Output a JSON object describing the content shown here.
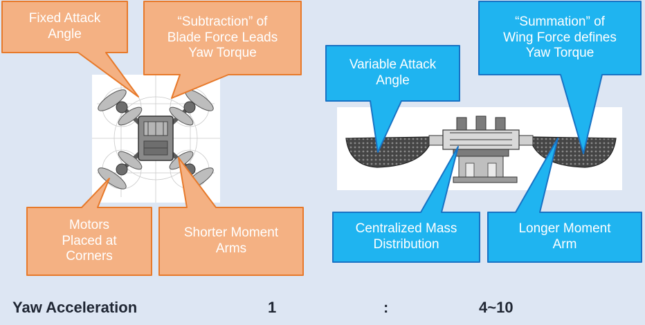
{
  "left": {
    "callouts": {
      "fixed_attack": "Fixed Attack\nAngle",
      "subtraction": "“Subtraction” of\nBlade Force Leads\nYaw Torque",
      "motors": "Motors\nPlaced at\nCorners",
      "shorter_arms": "Shorter Moment\nArms"
    }
  },
  "right": {
    "callouts": {
      "variable_attack": "Variable Attack\nAngle",
      "summation": "“Summation” of\nWing Force defines\nYaw Torque",
      "centralized": "Centralized Mass\nDistribution",
      "longer_arm": "Longer Moment\nArm"
    }
  },
  "footer": {
    "metric": "Yaw Acceleration",
    "left_value": "1",
    "separator": ":",
    "right_value": "4~10"
  },
  "colors": {
    "orange_fill": "#f4b183",
    "orange_stroke": "#e7792a",
    "blue_fill": "#1fb4f0",
    "blue_stroke": "#1872c4"
  }
}
